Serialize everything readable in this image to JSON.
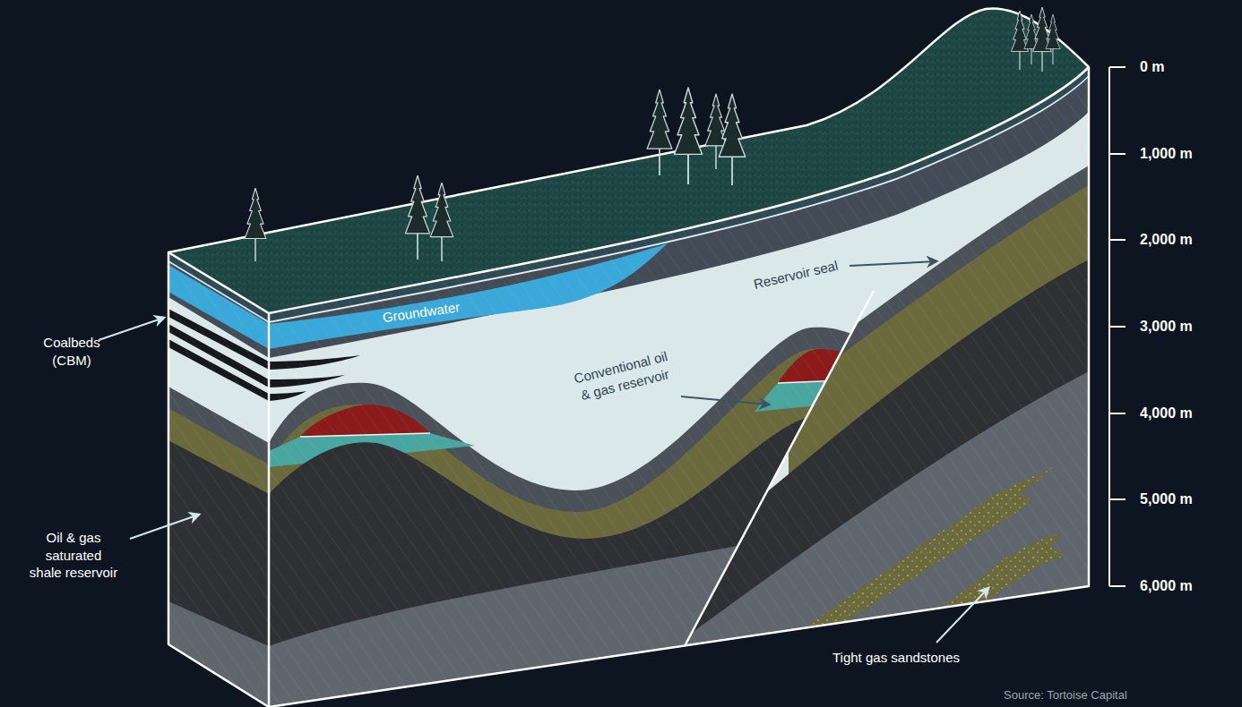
{
  "diagram": {
    "labels": [
      "Coalbeds (CBM)",
      "Groundwater",
      "Reservoir seal",
      "Conventional oil & gas reservoir",
      "Oil & gas saturated shale reservoir",
      "Tight gas sandstones",
      "0 m",
      "1,000 m",
      "2,000 m",
      "3,000 m",
      "4,000 m",
      "5,000 m",
      "6,000 m",
      "Source: Tortoise Capital"
    ]
  }
}
